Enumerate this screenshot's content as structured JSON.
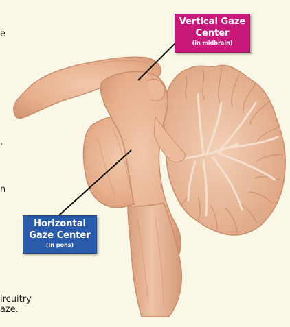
{
  "margin_text": {
    "line1": "e",
    "line2": ".",
    "line3": "n",
    "line4": "ircuitry",
    "line5": "aze."
  },
  "labels": {
    "vertical": {
      "title_line1": "Vertical Gaze",
      "title_line2": "Center",
      "subtitle": "(in midbrain)",
      "color": "#c8187a"
    },
    "horizontal": {
      "title_line1": "Horizontal",
      "title_line2": "Gaze Center",
      "subtitle": "(in pons)",
      "color": "#2a5bab"
    }
  },
  "colors": {
    "background": "#fbf7e6",
    "tissue": "#e7b291",
    "tissue_dark": "#d39a78",
    "tissue_light": "#f2cdb3"
  }
}
